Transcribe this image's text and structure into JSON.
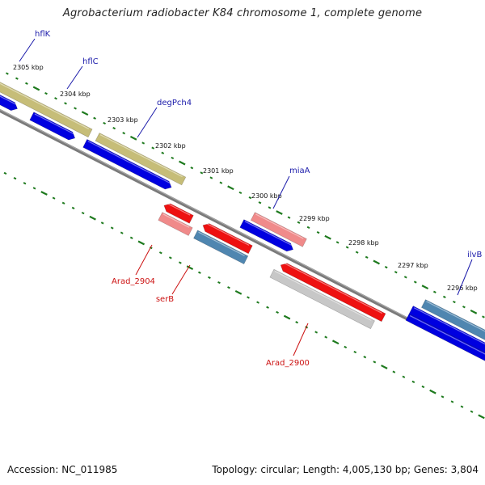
{
  "title": "Agrobacterium radiobacter K84 chromosome 1, complete genome",
  "footer": {
    "accession": "Accession: NC_011985",
    "topology": "Topology: circular; Length: 4,005,130 bp; Genes: 3,804"
  },
  "colors": {
    "tick": "#1e7a1e",
    "backbone": "#7a7a7a",
    "gene_label_blue": "#1a1aaa",
    "gene_label_red": "#cc1111",
    "blue": "#0000e0",
    "khaki": "#c6bd78",
    "red": "#ee1111",
    "pink": "#f08a8a",
    "steel": "#4f86b0",
    "gray": "#c7c7c7"
  },
  "kbp_labels": [
    "2305 kbp",
    "2304 kbp",
    "2303 kbp",
    "2302 kbp",
    "2301 kbp",
    "2300 kbp",
    "2299 kbp",
    "2298 kbp",
    "2297 kbp",
    "2296 kbp"
  ],
  "genes": [
    {
      "name": "hflK",
      "color": "blue"
    },
    {
      "name": "hflC",
      "color": "blue"
    },
    {
      "name": "degPch4",
      "color": "blue"
    },
    {
      "name": "miaA",
      "color": "blue"
    },
    {
      "name": "ilvB",
      "color": "blue"
    },
    {
      "name": "Arad_2904",
      "color": "red"
    },
    {
      "name": "serB",
      "color": "red"
    },
    {
      "name": "Arad_2900",
      "color": "red"
    }
  ]
}
